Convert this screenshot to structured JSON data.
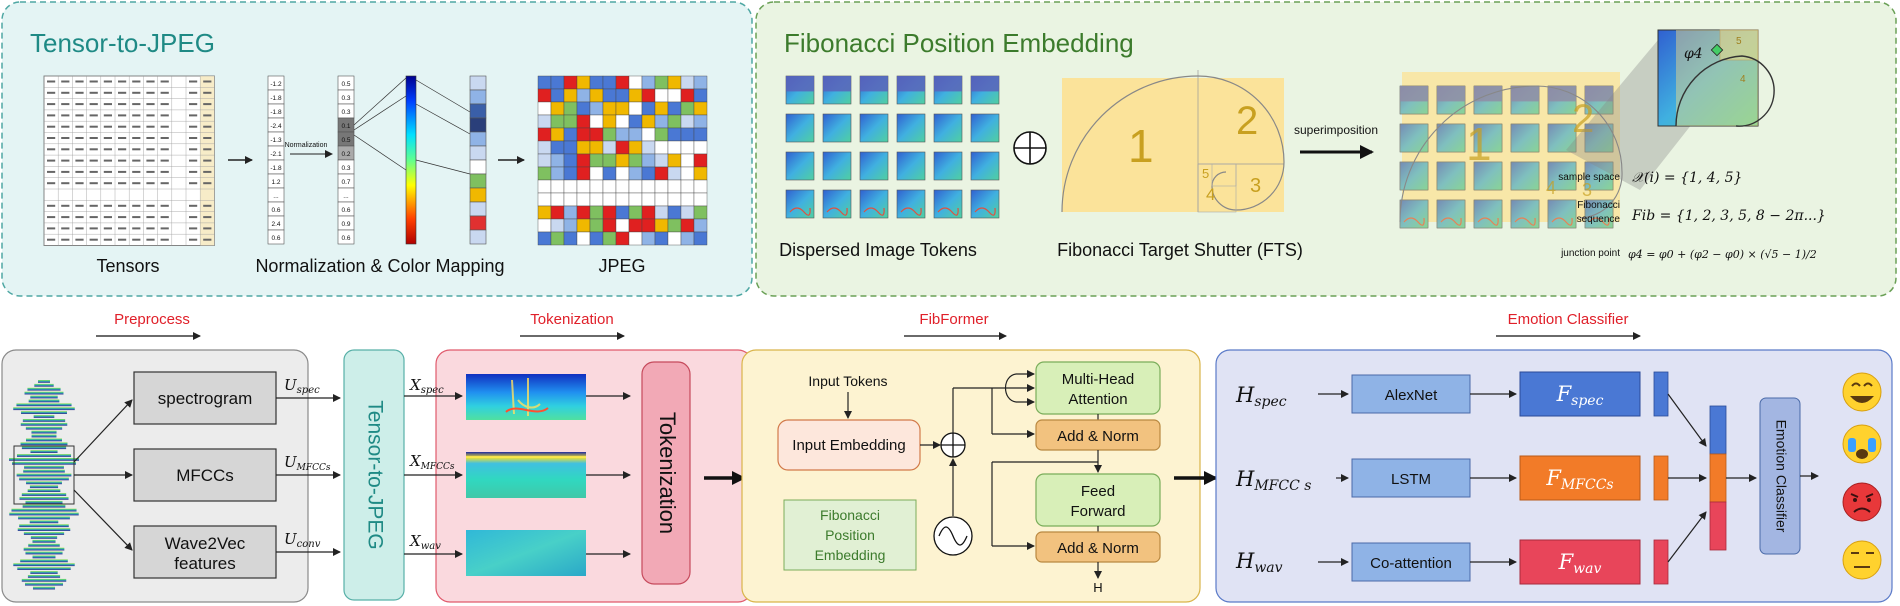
{
  "top": {
    "t2j_title": "Tensor-to-JPEG",
    "tensors_label": "Tensors",
    "norm_label": "Normalization & Color Mapping",
    "norm_small": "Normalization",
    "jpeg_label": "JPEG",
    "fib_title": "Fibonacci Position Embedding",
    "dispersed_label": "Dispersed Image Tokens",
    "fts_label": "Fibonacci Target Shutter (FTS)",
    "superimposition": "superimposition",
    "spiral_big1": "1",
    "spiral_big2": "2",
    "spiral_small": [
      "5",
      "3",
      "4",
      "3"
    ],
    "phi4": "φ4",
    "zoom_digits": [
      "5",
      "4"
    ],
    "sample_space_label": "sample space",
    "sample_space_eq": "𝒳(i) = {1, 4, 5}",
    "fib_seq_label1": "Fibonacci",
    "fib_seq_label2": "sequence",
    "fib_seq_eq": "Fib = {1, 2, 3, 5, 8 − 2π...}",
    "junction_label": "junction point",
    "junction_eq": "φ4 = φ0 + (φ2 − φ0) × (√5 − 1)/2",
    "norm_column": [
      "-1.2",
      "-1.8",
      "-1.8",
      "-2.4",
      "-1.3",
      "-2.1",
      "-1.8",
      "1.2",
      "...",
      "0.6",
      "2.4",
      "0.6"
    ],
    "color_column": [
      "0.5",
      "0.3",
      "0.3",
      "0.1",
      "0.5",
      "0.2",
      "0.3",
      "0.7",
      "...",
      "0.6",
      "0.9",
      "0.6"
    ]
  },
  "bottom": {
    "preprocess": "Preprocess",
    "tokenization_header": "Tokenization",
    "fibformer": "FibFormer",
    "emotion_classifier_header": "Emotion Classifier",
    "spectrogram": "spectrogram",
    "mfccs": "MFCCs",
    "wave2vec1": "Wave2Vec",
    "wave2vec2": "features",
    "u_spec_base": "U",
    "u_spec_sub": "spec",
    "u_mfcc_base": "U",
    "u_mfcc_sub": "MFCCs",
    "u_conv_base": "U",
    "u_conv_sub": "conv",
    "t2j_vertical": "Tensor-to-JPEG",
    "x_spec_base": "X",
    "x_spec_sub": "spec",
    "x_mfcc_base": "X",
    "x_mfcc_sub": "MFCCs",
    "x_wav_base": "X",
    "x_wav_sub": "wav",
    "tokenization_box": "Tokenization",
    "input_tokens": "Input Tokens",
    "input_embedding": "Input Embedding",
    "fpe1": "Fibonacci",
    "fpe2": "Position",
    "fpe3": "Embedding",
    "mha1": "Multi-Head",
    "mha2": "Attention",
    "add_norm": "Add & Norm",
    "ff1": "Feed",
    "ff2": "Forward",
    "h_out": "H",
    "h_spec_base": "H",
    "h_spec_sub": "spec",
    "h_mfcc_base": "H",
    "h_mfcc_sub": "MFCC s",
    "h_wav_base": "H",
    "h_wav_sub": "wav",
    "alexnet": "AlexNet",
    "lstm": "LSTM",
    "coattention": "Co-attention",
    "f_spec_base": "F",
    "f_spec_sub": "spec",
    "f_mfcc_base": "F",
    "f_mfcc_sub": "MFCCs",
    "f_wav_base": "F",
    "f_wav_sub": "wav",
    "emotion_classifier_box": "Emotion Classifier"
  },
  "colors": {
    "red_header": "#e0202a",
    "teal": "#1f8a85",
    "green_title": "#3c7b2c",
    "blue_box": "#8fb3e6",
    "orange_f": "#f27b28",
    "red_f": "#e8455a",
    "blue_f": "#4a78d4"
  }
}
